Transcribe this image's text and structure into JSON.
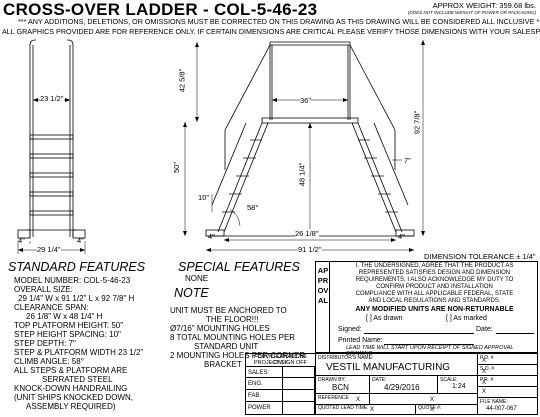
{
  "header": {
    "title": "CROSS-OVER LADDER - COL-5-46-23",
    "approx_weight": "APPROX WEIGHT: 359.68 lbs.",
    "weight_note": "(DOES NOT INCLUDE WEIGHT OF POWER OR PACKAGING)",
    "notice1": "*** ANY ADDITIONS, DELETIONS, OR OMISSIONS MUST BE CORRECTED ON THIS DRAWING AS THIS DRAWING WILL BE CONSIDERED ALL INCLUSIVE ***",
    "notice2": "ALL GRAPHICS PROVIDED ARE FOR REFERENCE ONLY. IF CERTAIN DIMENSIONS ARE CRITICAL PLEASE VERIFY THOSE DIMENSIONS WITH YOUR SALESPERSON"
  },
  "drawing": {
    "dims": {
      "d_23_5": "23 1/2\"",
      "d_4_l": "4\"",
      "d_29_25": "29 1/4\"",
      "d_4_r": "4\"",
      "d_42_625": "42 5/8\"",
      "d_36": "36\"",
      "d_50": "50\"",
      "d_48_25": "48 1/4\"",
      "d_92_875": "92 7/8\"",
      "d_7": "7\"",
      "d_10": "10\"",
      "d_58": "58°",
      "d_26_125": "26 1/8\"",
      "d_4_b1": "4\"",
      "d_4_b2": "4\"",
      "d_91_5": "91 1/2\""
    }
  },
  "standard": {
    "title": "STANDARD FEATURES",
    "lines": [
      "MODEL NUMBER: COL-5-46-23",
      "OVERALL SIZE:",
      "29 1/4\" W x  91 1/2\" L x  92 7/8\" H",
      "CLEARANCE SPAN:",
      "26 1/8\" W x  48 1/4\" H",
      "TOP PLATFORM HEIGHT:  50\"",
      "STEP HEIGHT SPACING:  10\"",
      "STEP DEPTH:  7\"",
      "STEP & PLATFORM WIDTH  23 1/2\"",
      "CLIMB ANGLE:  58°",
      "ALL STEPS & PLATFORM ARE",
      "SERRATED STEEL",
      "KNOCK-DOWN HANDRAILING",
      "(UNIT SHIPS KNOCKED DOWN,",
      "ASSEMBLY REQUIRED)"
    ]
  },
  "special": {
    "title": "SPECIAL FEATURES",
    "value": "NONE"
  },
  "note": {
    "title": "NOTE",
    "lines": [
      "UNIT MUST BE ANCHORED TO",
      "THE FLOOR!!!",
      "Ø7/16\" MOUNTING HOLES",
      "8 TOTAL MOUNTING HOLES PER",
      "STANDARD UNIT",
      "2 MOUNTING HOLES PER CORNER",
      "BRACKET"
    ]
  },
  "tolerance": "DIMENSION TOLERANCE ± 1/4\"",
  "approval": {
    "vertical": "APPROVAL",
    "text": [
      "I, THE UNDERSIGNED, AGREE THAT THE PRODUCT AS",
      "REPRESENTED SATISFIES DESIGN AND DIMENSION",
      "REQUIREMENTS.  I ALSO ACKNOWLEDGE MY DUTY TO",
      "CONFIRM PRODUCT AND INSTALLATION",
      "COMPLIANCE WITH ALL APPLICABLE FEDERAL, STATE",
      "AND LOCAL REGULATIONS AND STANDARDS."
    ],
    "warning": "ANY MODIFIED UNITS ARE NON-RETURNABLE",
    "as_drawn": "[  ] As drawn",
    "as_marked": "[  ] As marked",
    "signed": "Signed:",
    "date": "Date:",
    "printed": "Printed Name:",
    "lead_time": "LEAD TIME WILL START UPON RECEIPT OF SIGNED APPROVAL DRAWING"
  },
  "titleblock": {
    "internal": "FOR INTERNAL USE ONLY",
    "signoff": "PROJECT SIGN OFF",
    "rows": [
      "SALES:",
      "ENG.",
      "FAB.",
      "POWER"
    ],
    "distributor_label": "DISTRIBUTOR'S NAME:",
    "distributor": "VESTIL MANUFACTURING",
    "drawn_by_label": "DRAWN BY:",
    "drawn_by": "BCN",
    "date_label": "DATE:",
    "date": "4/29/2016",
    "scale_label": "SCALE:",
    "scale": "1:24",
    "reference_label": "REFERENCE",
    "reference": "X",
    "quoted_label": "QUOTED LEAD TIME:",
    "quoted": "X",
    "quote_label": "QUOTE #:",
    "quote": "X",
    "po_label": "P.O. #",
    "po": "X",
    "so_label": "S.O. #",
    "so": "X",
    "pr_label": "P.R. #",
    "pr": "X",
    "file_label": "FILE NAME:",
    "file": "44-007-067",
    "x1": "X",
    "x2": "X"
  }
}
